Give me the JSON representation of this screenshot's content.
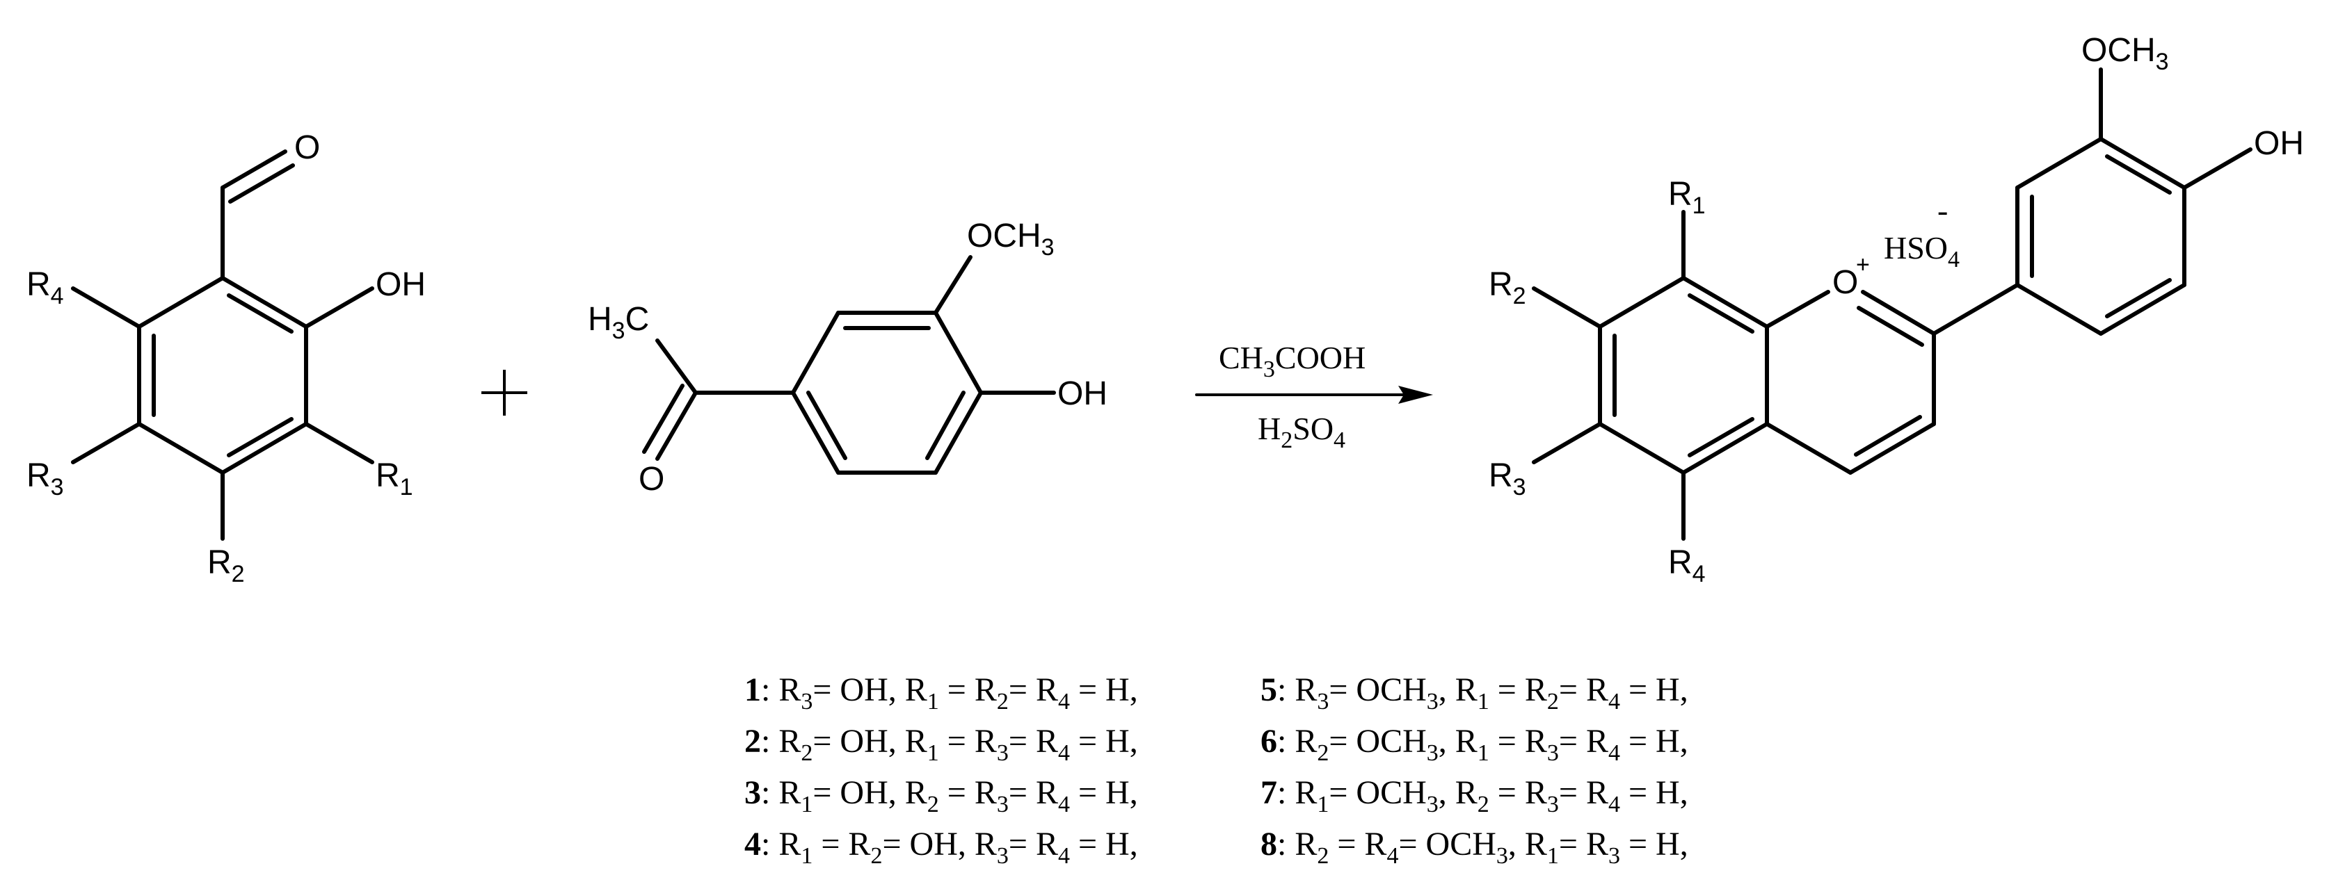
{
  "reactant1": {
    "aldehyde_O": "O",
    "OH": "OH",
    "R4": "R",
    "R4_sub": "4",
    "R3": "R",
    "R3_sub": "3",
    "R2": "R",
    "R2_sub": "2",
    "R1": "R",
    "R1_sub": "1"
  },
  "plus_sign": "+",
  "reactant2": {
    "H3C_H": "H",
    "H3C_3": "3",
    "H3C_C": "C",
    "ketone_O": "O",
    "OCH3_O": "OCH",
    "OCH3_3": "3",
    "OH": "OH"
  },
  "reagents": {
    "top": {
      "a": "CH",
      "a_sub": "3",
      "b": "COOH"
    },
    "bottom": {
      "a": "H",
      "a_sub": "2",
      "b": "SO",
      "b_sub": "4"
    }
  },
  "product": {
    "R1": "R",
    "R1_sub": "1",
    "R2": "R",
    "R2_sub": "2",
    "R3": "R",
    "R3_sub": "3",
    "R4": "R",
    "R4_sub": "4",
    "O_plus": "O",
    "plus": "+",
    "anion_minus": "-",
    "anion": "HSO",
    "anion_sub": "4",
    "OCH3": "OCH",
    "OCH3_sub": "3",
    "OH": "OH"
  },
  "definitions": [
    {
      "num": "1",
      "segments": [
        ": R",
        "3",
        "= OH, R",
        "1",
        " = R",
        "2",
        "= R",
        "4",
        " = H,"
      ]
    },
    {
      "num": "2",
      "segments": [
        ": R",
        "2",
        "= OH, R",
        "1",
        " = R",
        "3",
        "= R",
        "4",
        " = H,"
      ]
    },
    {
      "num": "3",
      "segments": [
        ": R",
        "1",
        "= OH, R",
        "2",
        " = R",
        "3",
        "= R",
        "4",
        " = H,"
      ]
    },
    {
      "num": "4",
      "segments": [
        ": R",
        "1",
        " = R",
        "2",
        "= OH, R",
        "3",
        "= R",
        "4",
        " = H,"
      ]
    },
    {
      "num": "5",
      "segments": [
        ": R",
        "3",
        "= OCH",
        "3",
        ", R",
        "1",
        " = R",
        "2",
        "= R",
        "4",
        " = H,"
      ]
    },
    {
      "num": "6",
      "segments": [
        ": R",
        "2",
        "= OCH",
        "3",
        ", R",
        "1",
        " = R",
        "3",
        "= R",
        "4",
        " = H,"
      ]
    },
    {
      "num": "7",
      "segments": [
        ": R",
        "1",
        "= OCH",
        "3",
        ", R",
        "2",
        " = R",
        "3",
        "= R",
        "4",
        " = H,"
      ]
    },
    {
      "num": "8",
      "segments": [
        ": R",
        "2",
        " = R",
        "4",
        "= OCH",
        "3",
        ", R",
        "1",
        "= R",
        "3",
        " = H,"
      ]
    }
  ]
}
